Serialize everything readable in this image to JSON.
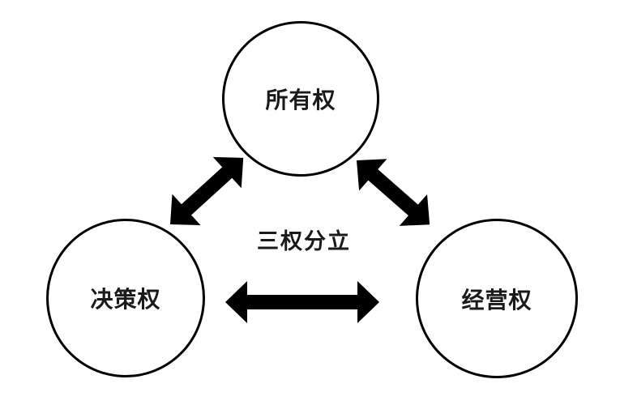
{
  "diagram": {
    "title": "三权分立",
    "nodes": [
      {
        "id": "ownership",
        "label": "所有权"
      },
      {
        "id": "decision",
        "label": "决策权"
      },
      {
        "id": "operation",
        "label": "经营权"
      }
    ],
    "edges": [
      {
        "from": "ownership",
        "to": "decision",
        "bidirectional": true
      },
      {
        "from": "ownership",
        "to": "operation",
        "bidirectional": true
      },
      {
        "from": "decision",
        "to": "operation",
        "bidirectional": true
      }
    ],
    "colors": {
      "background": "#ffffff",
      "stroke": "#000000",
      "arrow": "#000000",
      "text": "#1a1a1a"
    }
  }
}
